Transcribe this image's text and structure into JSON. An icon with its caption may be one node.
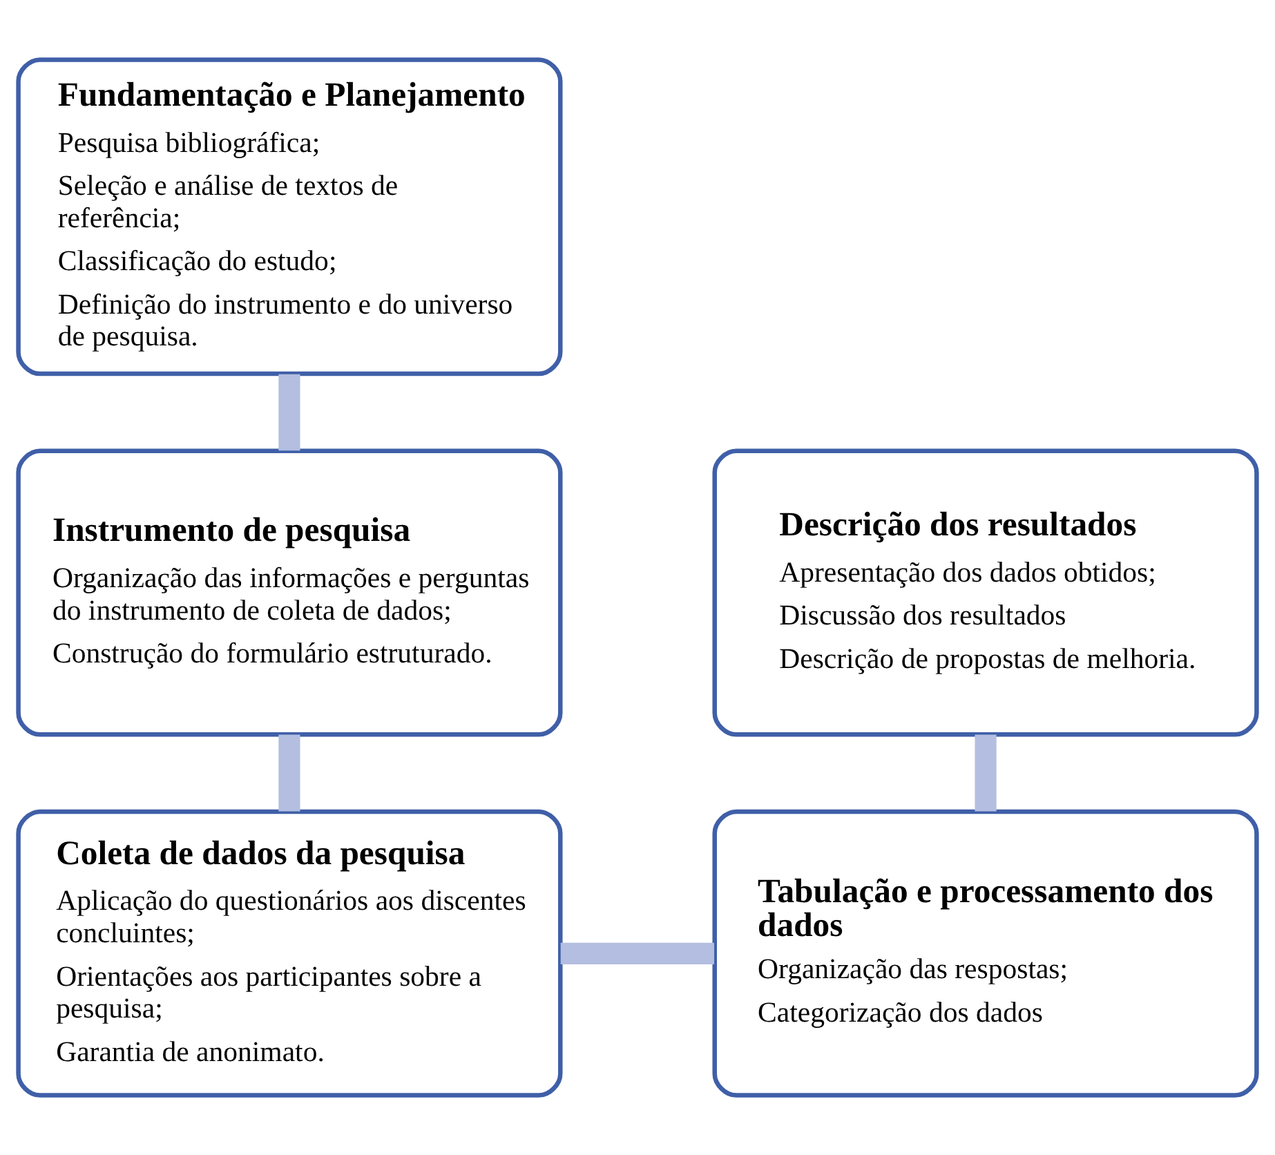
{
  "diagram": {
    "nodes": [
      {
        "text": [
          "Fundamentação e Planejamento",
          "Pesquisa bibliográfica;",
          "Seleção e análise de textos de referência;",
          "Classificação do estudo;",
          "Definição do instrumento e do universo de pesquisa."
        ]
      },
      {
        "text": [
          "Instrumento de pesquisa",
          "Organização das informações e perguntas do instrumento de coleta de dados;",
          "Construção do formulário estruturado."
        ]
      },
      {
        "text": [
          "Descrição dos resultados",
          "Apresentação dos dados obtidos;",
          "Discussão dos resultados",
          "Descrição de propostas de melhoria."
        ]
      },
      {
        "text": [
          "Coleta de dados da pesquisa",
          "Aplicação do questionários aos discentes concluintes;",
          "Orientações aos participantes sobre a pesquisa;",
          "Garantia de anonimato."
        ]
      },
      {
        "text": [
          "Tabulação e processamento dos dados",
          "Organização das respostas;",
          "Categorização dos dados"
        ]
      }
    ],
    "edges": [
      {
        "from": 0,
        "to": 1,
        "arrow": "none",
        "color": "#b3bee0"
      },
      {
        "from": 1,
        "to": 3,
        "arrow": "none",
        "color": "#b3bee0"
      },
      {
        "from": 3,
        "to": 4,
        "arrow": "none",
        "color": "#b3bee0"
      },
      {
        "from": 4,
        "to": 2,
        "arrow": "none",
        "color": "#b3bee0"
      }
    ]
  }
}
